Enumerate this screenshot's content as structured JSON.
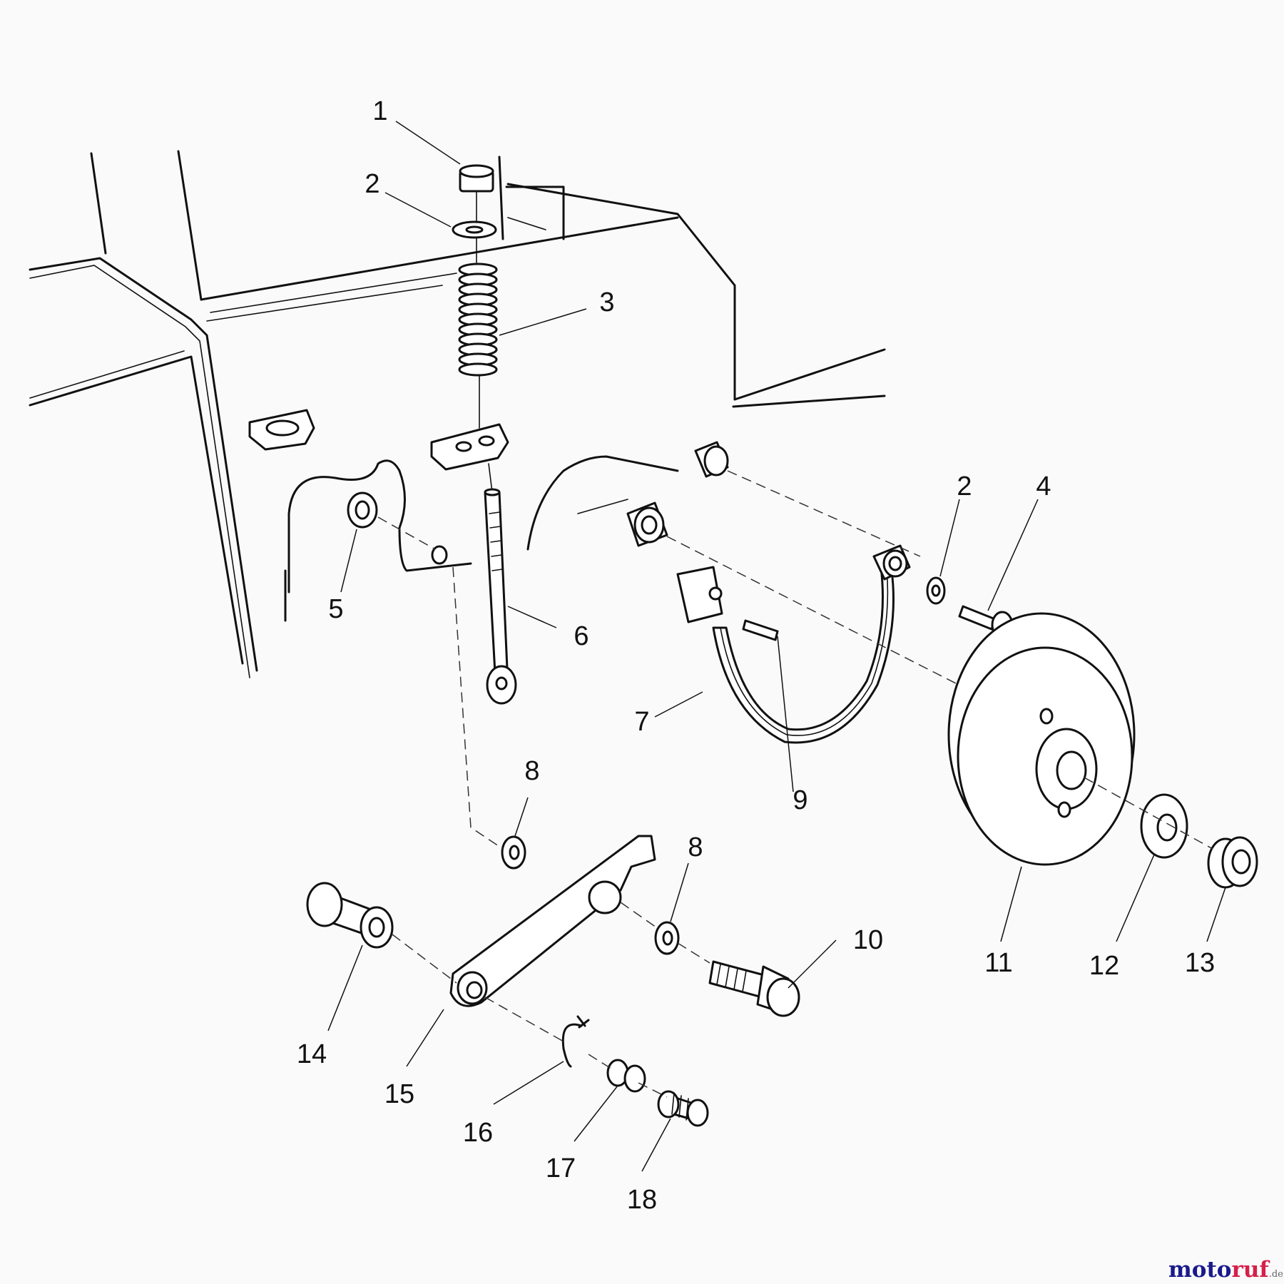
{
  "diagram": {
    "callouts": {
      "c1": "1",
      "c2a": "2",
      "c3": "3",
      "c2b": "2",
      "c4": "4",
      "c5": "5",
      "c6": "6",
      "c7": "7",
      "c8a": "8",
      "c8b": "8",
      "c9": "9",
      "c10": "10",
      "c11": "11",
      "c12": "12",
      "c13": "13",
      "c14": "14",
      "c15": "15",
      "c16": "16",
      "c17": "17",
      "c18": "18"
    }
  },
  "watermark": {
    "part1": "moto",
    "part2": "ruf",
    "tld": ".de"
  },
  "colors": {
    "line": "#111111",
    "background": "#fafafa",
    "watermark_primary": "#1a1a8c",
    "watermark_accent": "#d4204a"
  }
}
